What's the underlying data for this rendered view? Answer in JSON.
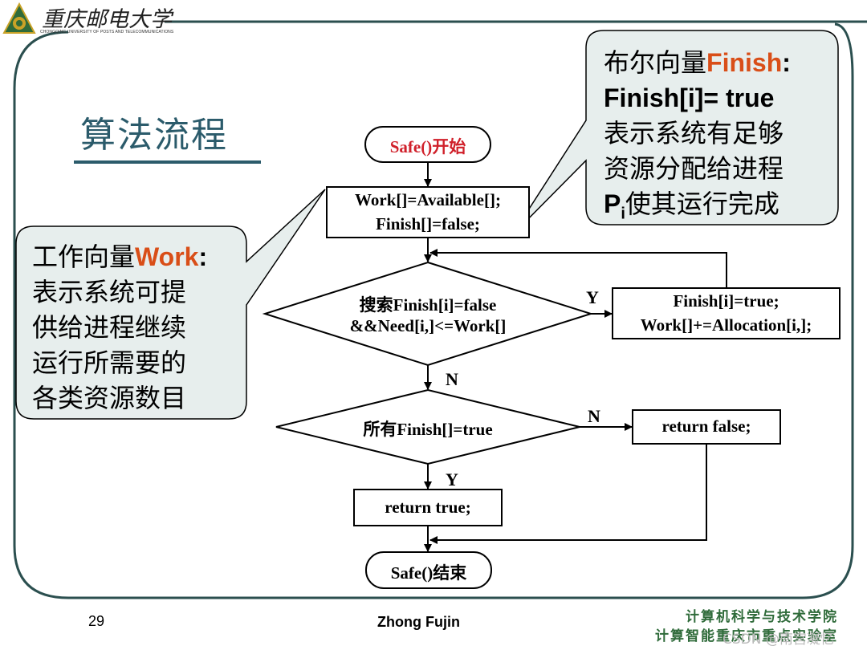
{
  "header": {
    "university_name": "重庆邮电大学",
    "university_subtitle": "CHONGQING UNIVERSITY OF POSTS AND TELECOMMUNICATIONS"
  },
  "slide": {
    "title": "算法流程",
    "page_number": "29",
    "author": "Zhong Fujin"
  },
  "flowchart": {
    "start": "Safe()开始",
    "init_line1": "Work[]=Available[];",
    "init_line2": "Finish[]=false;",
    "search_line1": "搜索Finish[i]=false",
    "search_line2": "&&Need[i,]<=Work[]",
    "update_line1": "Finish[i]=true;",
    "update_line2": "Work[]+=Allocation[i,];",
    "check_all": "所有Finish[]=true",
    "return_false": "return false;",
    "return_true": "return true;",
    "end": "Safe()结束",
    "label_y1": "Y",
    "label_n1": "N",
    "label_n2": "N",
    "label_y2": "Y"
  },
  "callout_finish": {
    "line1_prefix": "布尔向量",
    "line1_highlight": "Finish",
    "line1_colon": ":",
    "line2": "Finish[i]= true",
    "line3": "表示系统有足够",
    "line4": "资源分配给进程",
    "line5_p": "P",
    "line5_sub": "i",
    "line5_rest": "使其运行完成"
  },
  "callout_work": {
    "line1_prefix": "工作向量",
    "line1_highlight": "Work",
    "line1_colon": ":",
    "line2": "表示系统可提",
    "line3": "供给进程继续",
    "line4": "运行所需要的",
    "line5": "各类资源数目"
  },
  "footer": {
    "college_line1": "计算机科学与技术学院",
    "college_line2": "计算智能重庆市重点实验室",
    "watermark": "CSDN @南宫凝忆"
  },
  "colors": {
    "title": "#2b5b6b",
    "highlight": "#d94e18",
    "start_text": "#d0202a",
    "frame": "#2b4f4f",
    "callout_fill": "#e7eeed",
    "college": "#2f6b3a"
  }
}
